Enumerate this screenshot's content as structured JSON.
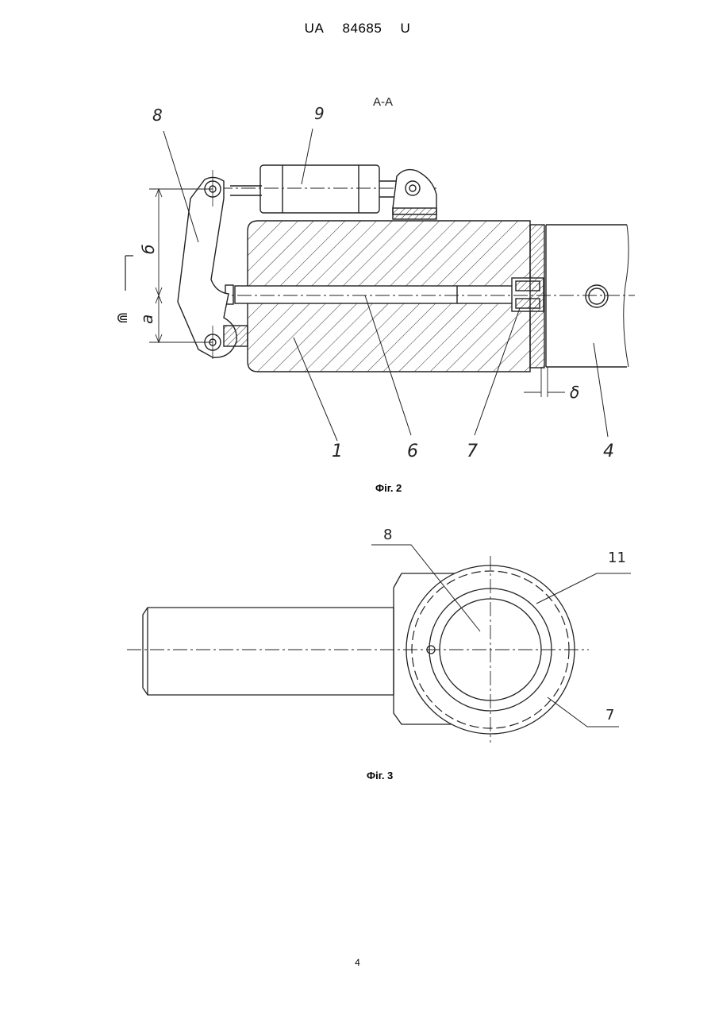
{
  "header": {
    "office": "UA",
    "number": "84685",
    "kind": "U"
  },
  "figure2": {
    "section_label": "A-A",
    "caption": "Фiг. 2",
    "callouts": [
      "8",
      "9",
      "1",
      "6",
      "7",
      "4"
    ],
    "dims": {
      "upper": "б",
      "lower": "a",
      "gap": "δ",
      "section_mark": "⋒"
    }
  },
  "figure3": {
    "caption": "Фiг. 3",
    "callouts": [
      "8",
      "11",
      "7"
    ]
  },
  "page_number": "4"
}
